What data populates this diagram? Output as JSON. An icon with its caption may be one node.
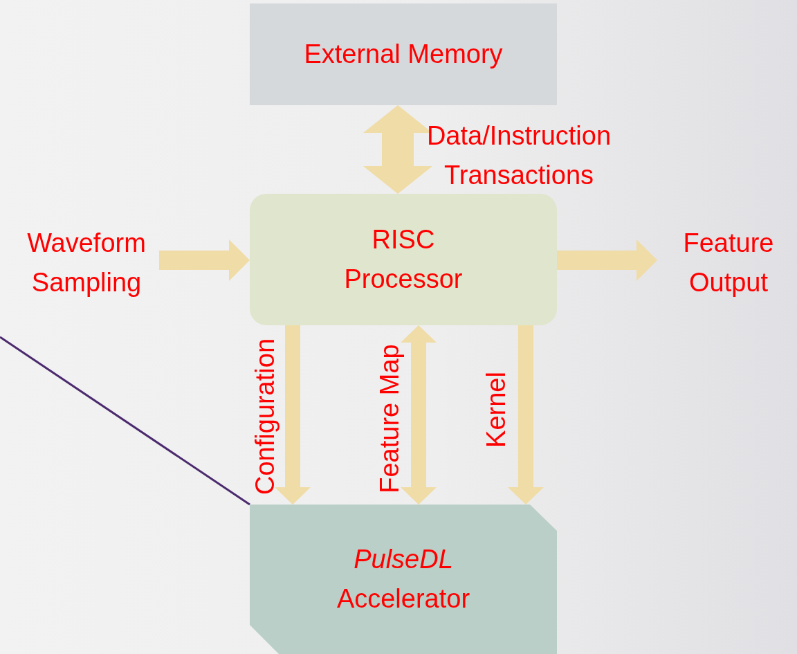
{
  "diagram": {
    "nodes": [
      {
        "text": [
          "External Memory"
        ]
      },
      {
        "text": [
          "Waveform Sampling"
        ]
      },
      {
        "text": [
          "RISC Processor"
        ]
      },
      {
        "text": [
          "Feature Output"
        ]
      },
      {
        "text": [
          "PulseDL",
          "Accelerator"
        ]
      }
    ],
    "edges": [
      {
        "from": 0,
        "to": 2,
        "arrow": "both",
        "label": "Data/Instruction Transactions",
        "style": "thick"
      },
      {
        "from": 1,
        "to": 2,
        "arrow": "to",
        "style": "thick"
      },
      {
        "from": 2,
        "to": 3,
        "arrow": "to",
        "style": "thick"
      },
      {
        "from": 2,
        "to": 4,
        "arrow": "to",
        "label": "Configuration",
        "style": "thick"
      },
      {
        "from": 2,
        "to": 4,
        "arrow": "both",
        "label": "Feature Map",
        "style": "thick"
      },
      {
        "from": 2,
        "to": 4,
        "arrow": "to",
        "label": "Kernel",
        "style": "thick"
      },
      {
        "from": null,
        "to": 4,
        "arrow": "none",
        "color": "#4b2a6e"
      }
    ]
  }
}
